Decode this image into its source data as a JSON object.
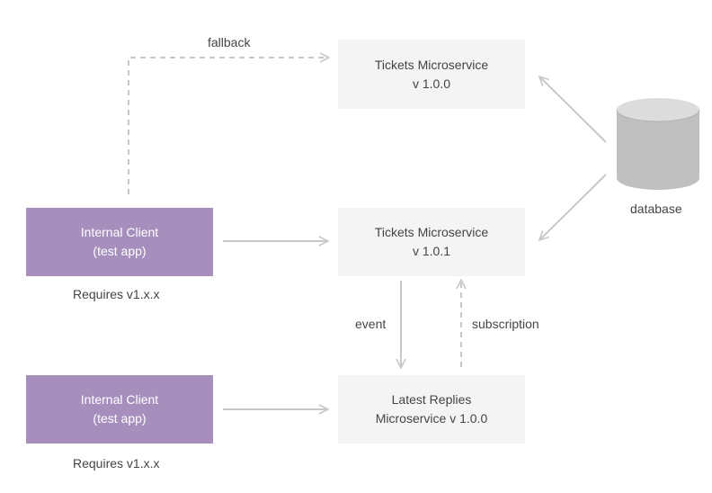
{
  "tickets_v100": {
    "line1": "Tickets Microservice",
    "line2": "v 1.0.0"
  },
  "tickets_v101": {
    "line1": "Tickets Microservice",
    "line2": "v 1.0.1"
  },
  "latest_replies": {
    "line1": "Latest Replies",
    "line2": "Microservice v 1.0.0"
  },
  "client_top": {
    "line1": "Internal Client",
    "line2": "(test app)",
    "requires": "Requires v1.x.x"
  },
  "client_bottom": {
    "line1": "Internal Client",
    "line2": "(test app)",
    "requires": "Requires v1.x.x"
  },
  "labels": {
    "fallback": "fallback",
    "event": "event",
    "subscription": "subscription",
    "database": "database"
  },
  "colors": {
    "client_fill": "#a68fbd",
    "service_fill": "#f4f4f4",
    "arrow": "#c8c8c8",
    "database_fill": "#c0c0c0"
  }
}
